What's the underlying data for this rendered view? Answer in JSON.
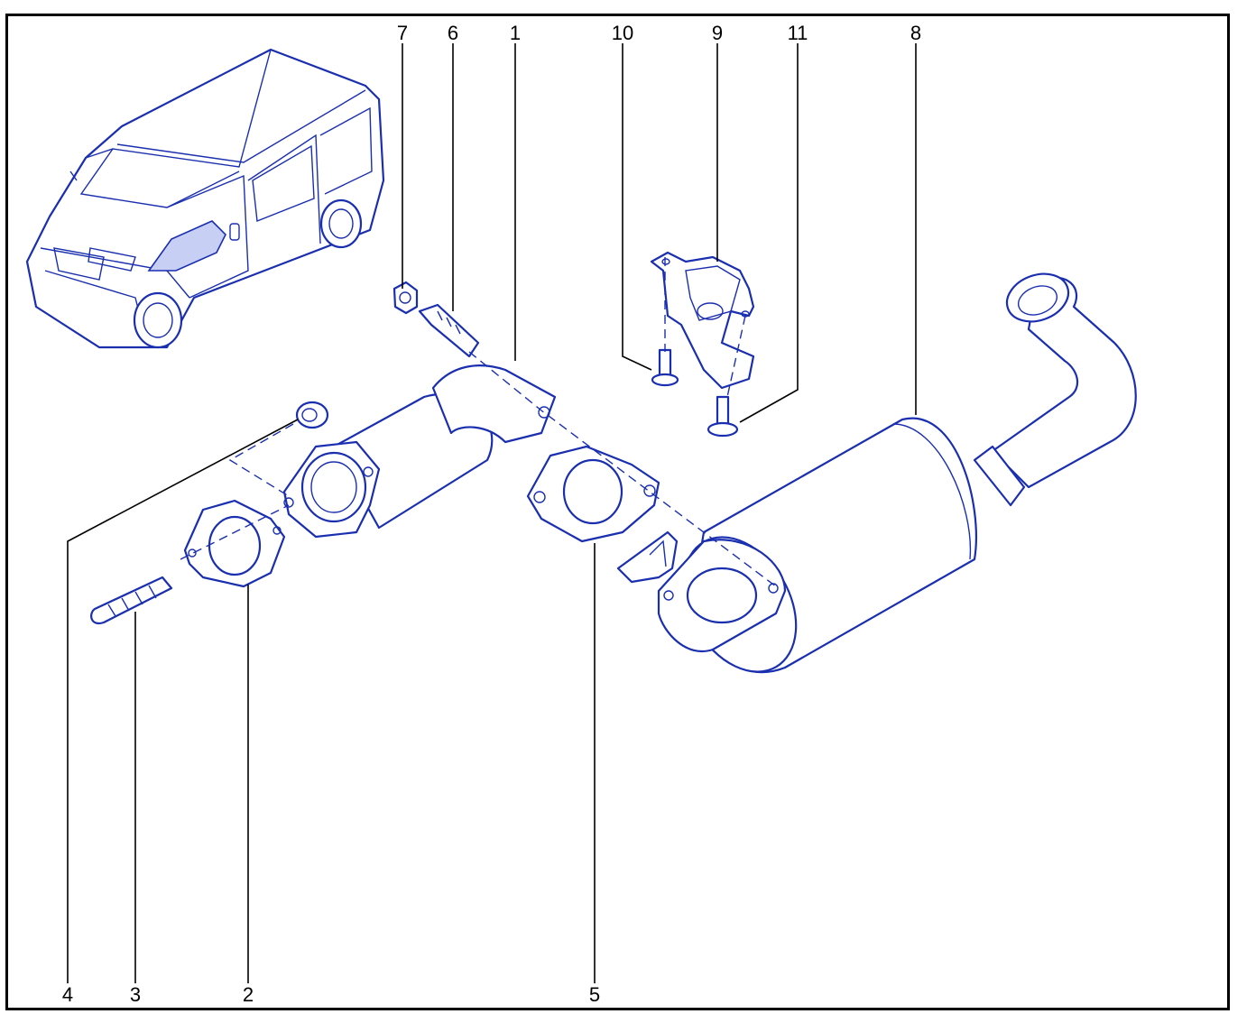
{
  "diagram": {
    "line_color": "#1a2fb0",
    "label_color": "#000000",
    "callouts": [
      {
        "id": "c7",
        "text": "7"
      },
      {
        "id": "c6",
        "text": "6"
      },
      {
        "id": "c1",
        "text": "1"
      },
      {
        "id": "c10",
        "text": "10"
      },
      {
        "id": "c9",
        "text": "9"
      },
      {
        "id": "c11",
        "text": "11"
      },
      {
        "id": "c8",
        "text": "8"
      },
      {
        "id": "c4",
        "text": "4"
      },
      {
        "id": "c3",
        "text": "3"
      },
      {
        "id": "c2",
        "text": "2"
      },
      {
        "id": "c5",
        "text": "5"
      }
    ]
  }
}
